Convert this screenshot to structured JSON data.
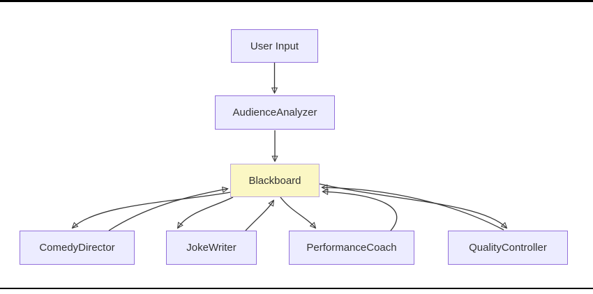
{
  "diagram": {
    "type": "flowchart",
    "nodes": [
      {
        "id": "user_input",
        "label": "User Input",
        "style": "lavender"
      },
      {
        "id": "audience_analyzer",
        "label": "AudienceAnalyzer",
        "style": "lavender"
      },
      {
        "id": "blackboard",
        "label": "Blackboard",
        "style": "yellow"
      },
      {
        "id": "comedy_director",
        "label": "ComedyDirector",
        "style": "lavender"
      },
      {
        "id": "joke_writer",
        "label": "JokeWriter",
        "style": "lavender"
      },
      {
        "id": "performance_coach",
        "label": "PerformanceCoach",
        "style": "lavender"
      },
      {
        "id": "quality_controller",
        "label": "QualityController",
        "style": "lavender"
      }
    ],
    "edges": [
      {
        "from": "user_input",
        "to": "audience_analyzer",
        "arrow": "single"
      },
      {
        "from": "audience_analyzer",
        "to": "blackboard",
        "arrow": "single"
      },
      {
        "from": "blackboard",
        "to": "comedy_director",
        "arrow": "single"
      },
      {
        "from": "comedy_director",
        "to": "blackboard",
        "arrow": "single"
      },
      {
        "from": "blackboard",
        "to": "joke_writer",
        "arrow": "single"
      },
      {
        "from": "joke_writer",
        "to": "blackboard",
        "arrow": "single"
      },
      {
        "from": "blackboard",
        "to": "performance_coach",
        "arrow": "single"
      },
      {
        "from": "performance_coach",
        "to": "blackboard",
        "arrow": "single"
      },
      {
        "from": "blackboard",
        "to": "quality_controller",
        "arrow": "single"
      },
      {
        "from": "quality_controller",
        "to": "blackboard",
        "arrow": "single"
      }
    ],
    "colors": {
      "node_fill": "#ECECFF",
      "node_border": "#9370DB",
      "blackboard_fill": "#FBF7C4",
      "blackboard_border": "#BCA7DC",
      "edge": "#333333",
      "text": "#333333",
      "frame": "#000000",
      "background": "#FFFFFF"
    }
  }
}
